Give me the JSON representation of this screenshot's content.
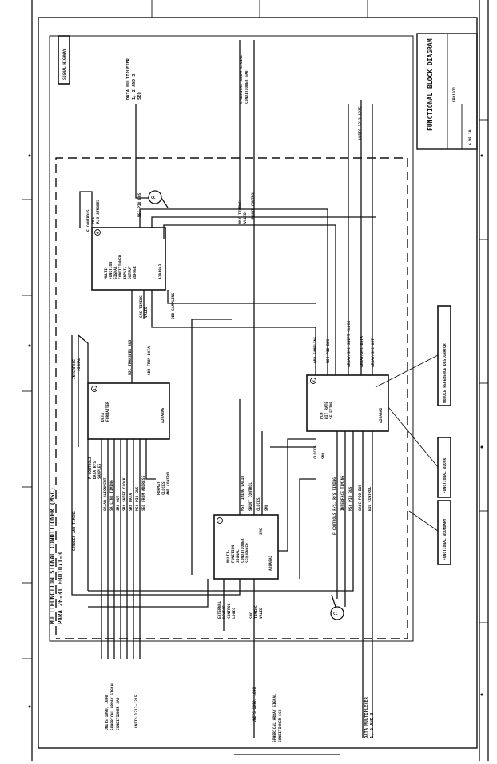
{
  "title_block": {
    "title": "FUNCTIONAL BLOCK DIAGRAM",
    "doc_id": "FBD1071",
    "sheet": "6 OF 10"
  },
  "boundary": {
    "name": "MULTIFUNCTION SIGNAL CONDITIONER (MSC)",
    "para": "PARA 26-31 FBD1071-3"
  },
  "blocks": {
    "buffer": {
      "num": "4",
      "lines": [
        "MULTI-",
        "FUNCTION",
        "SIGNAL",
        "CONDITIONER",
        "INPUT/",
        "OUTPUT",
        "BUFFER"
      ],
      "footer": "A20A8A3"
    },
    "formatter": {
      "num": "1",
      "lines": [
        "DATA",
        "FORMATTER"
      ],
      "footer": "A20A8A5"
    },
    "selector": {
      "num": "3",
      "lines": [
        "PCM",
        "BIT RATE",
        "SELECTOR"
      ],
      "footer": "A20A8A2"
    },
    "sequencer": {
      "num": "2",
      "lines": [
        "MULTI-",
        "FUNCTION",
        "SIGNAL",
        "CONDITIONER",
        "SEQUENCER"
      ],
      "footer": "A20A8A1",
      "sub": [
        "SMC"
      ]
    }
  },
  "signals": {
    "signal_highway": "SIGNAL HIGHWAY",
    "data_mux_top": [
      "DATA MULTIPLEXER",
      "1, 2 AND 3",
      "SEQ"
    ],
    "spherical_sa0": [
      "SPHERICAL ARRAY SIGNAL",
      "CONDITIONER SA0"
    ],
    "units_1213_1215": "UNITS 1213-1215",
    "f_controls_buffer": [
      "F CONTROLS",
      "MSC",
      "R/S STROBES"
    ],
    "msc_pio_bus_top": "MSC PIO BUS",
    "msc_timing_valid": [
      "MSC TIMING",
      "VALID"
    ],
    "shunt_control_top": "SHUNT CONTROL",
    "interface_sig": [
      "INTERFACE",
      "SIGNAL"
    ],
    "msc_transfer_bus": "MSC TRANSFER BUS",
    "sdb_from_data": "SDB FROM DATA",
    "smc_timing_valid": [
      "SMC TIMING",
      "VALID"
    ],
    "odd_sampling": "ODD SAMPLING",
    "odd_sampling2": "ODD SAMPLING",
    "msc_pio_bus_r": "MSC PIO BUS",
    "sound_shift": "ARRAY/SMC SHIFT CLOCK",
    "sound_data": "ARRAY/SMC DATA",
    "sound_out": "ARRAY/SMC OUT",
    "f_controls_form": [
      "F CONTROLS",
      "DATA R/S",
      "SAMPLES"
    ],
    "form_inputs": [
      "SA/AR ALIGNMENT",
      "SA LINK TIMING",
      "SRC OUT",
      "SRC SHIFT CLOCK",
      "SRC DATA",
      "MSC PIO BUS",
      "SEQ FROM ADDRESS"
    ],
    "form_out": [
      "FORMAT",
      "CLOCKS",
      "AND CONTROL"
    ],
    "seq_inputs": [
      "MSC TIMING VALID",
      "SHUNT CONTROL",
      "CLOCKS",
      "SMC"
    ],
    "sel_inputs": [
      "CLOCKS",
      "SMC"
    ],
    "sel_outputs": [
      "F CONTROLS R/S, R/S TIMING",
      "INTERFACE TIMING",
      "MSC PIO BUS",
      "SAGC PIO BUS",
      "BIO CONTROL"
    ],
    "ext_device": [
      "EXTERNAL",
      "DEVICE",
      "CONTROL",
      "LOGIC"
    ],
    "smc_timing_valid2": [
      "SMC",
      "TIMING",
      "VALID"
    ],
    "strobes": "STROBES AND TIMING",
    "cc": "CC",
    "module_ref": "MODULE REFERENCE DESIGNATOR",
    "functional_block": "FUNCTIONAL BLOCK",
    "functional_boundary": "FUNCTIONAL BOUNDARY",
    "units_left_top": [
      "UNITS 1090, 1090",
      "SPHERICAL ARRAY SIGNAL",
      "CONDITIONER SA0"
    ],
    "units_left_bottom": "UNITS 1213-1215",
    "units_mid": "UNITS 1090, 1090",
    "spherical_sc2": [
      "SPHERICAL ARRAY SIGNAL",
      "CONDITIONER SC2"
    ],
    "data_mux_bottom": [
      "DATA MULTIPLEXER",
      "1, 2 AND 3"
    ]
  }
}
